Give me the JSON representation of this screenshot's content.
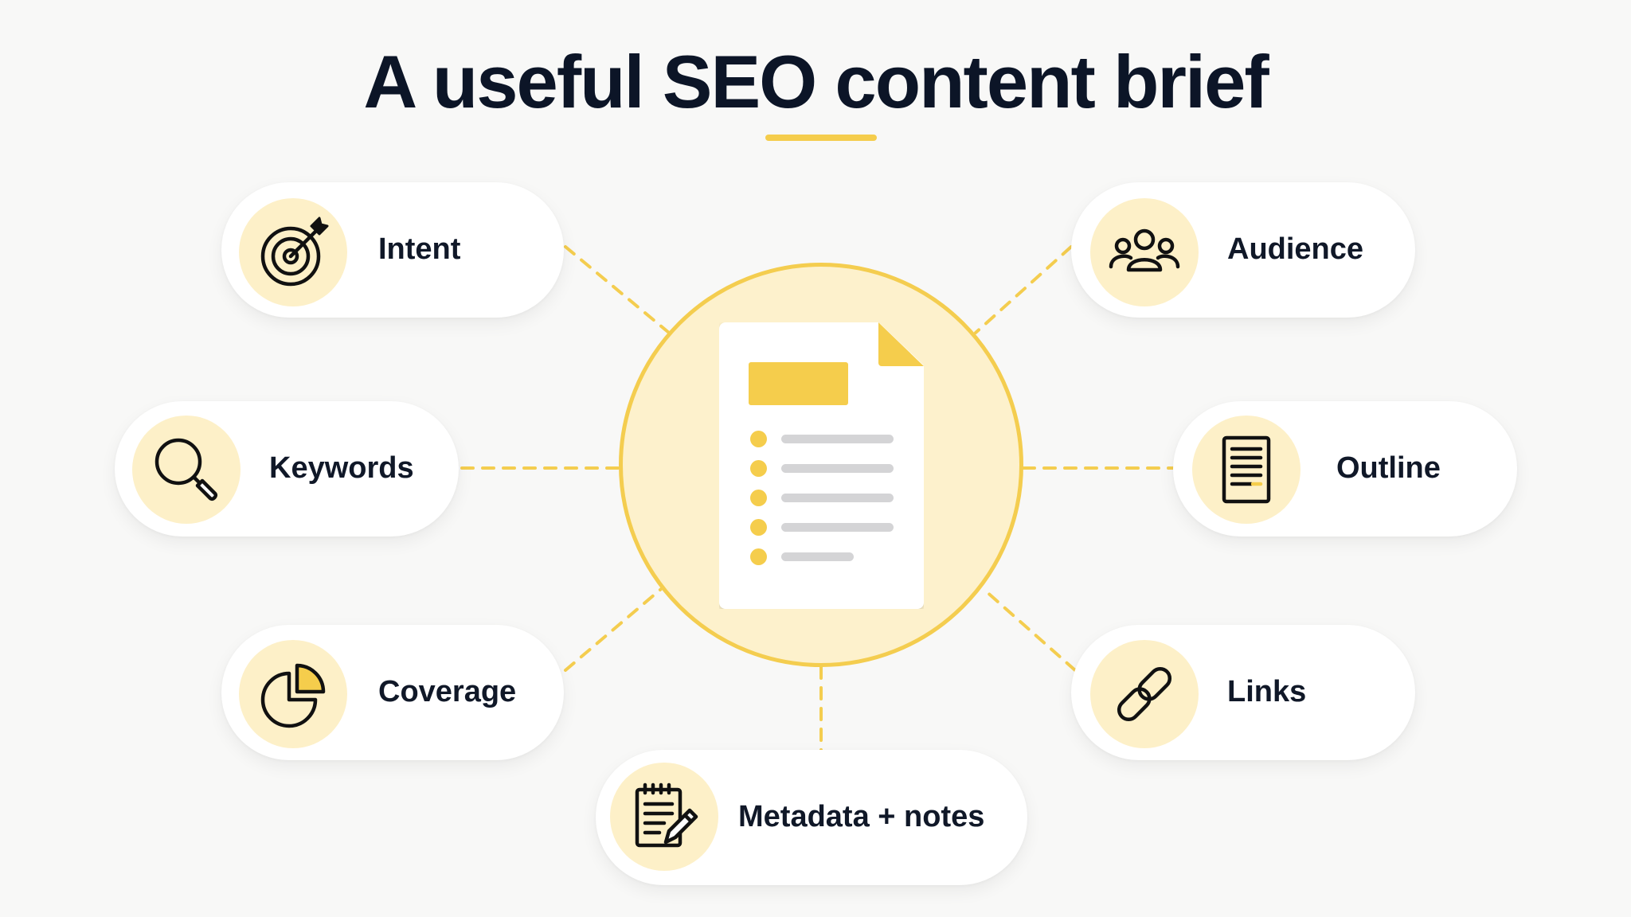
{
  "title": "A useful SEO content brief",
  "colors": {
    "accent": "#f5cd4c",
    "accent_light": "#fdf0c8",
    "text": "#101828",
    "background": "#f8f8f7"
  },
  "center": {
    "icon": "document-icon"
  },
  "items": [
    {
      "label": "Intent",
      "icon": "target-icon"
    },
    {
      "label": "Audience",
      "icon": "people-icon"
    },
    {
      "label": "Keywords",
      "icon": "magnifier-icon"
    },
    {
      "label": "Outline",
      "icon": "outline-document-icon"
    },
    {
      "label": "Coverage",
      "icon": "pie-chart-icon"
    },
    {
      "label": "Links",
      "icon": "chain-link-icon"
    },
    {
      "label": "Metadata + notes",
      "icon": "notepad-pencil-icon"
    }
  ]
}
